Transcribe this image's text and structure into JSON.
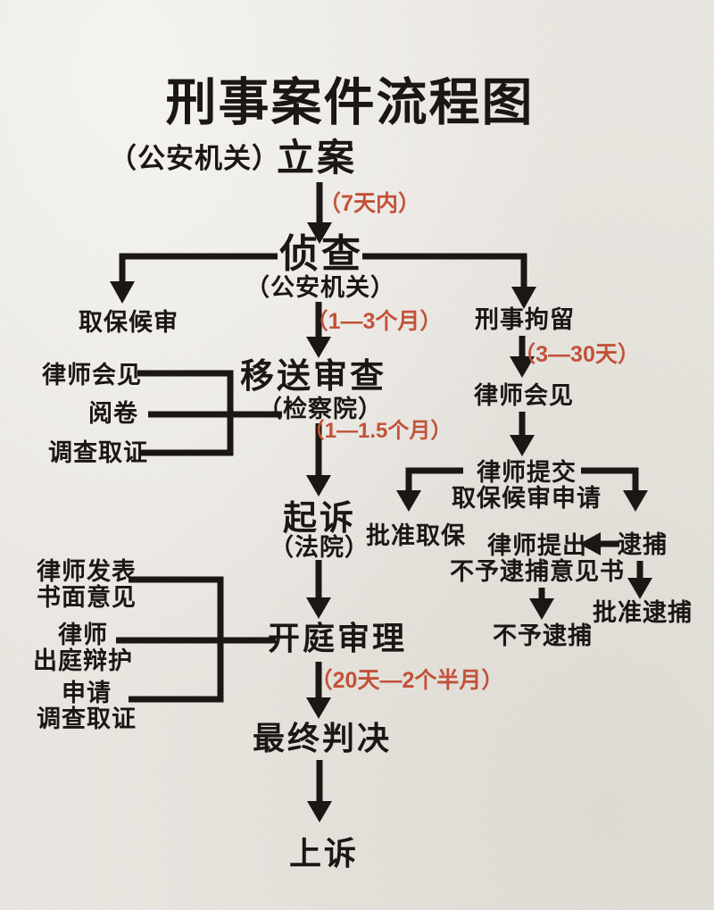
{
  "palette": {
    "background": "#eae7e1",
    "ink": "#1b1714",
    "accent": "#c25239"
  },
  "title": "刑事案件流程图",
  "flow": {
    "agency_prefix": "（公安机关）",
    "filing": "立案",
    "d_filing": "（7天内）",
    "investigation": "侦查",
    "investigation_org": "（公安机关）",
    "bail_pending": "取保候审",
    "d_investigation": "（1—3个月）",
    "detention": "刑事拘留",
    "d_detention": "（3—30天）",
    "lawyer_meet_left": "律师会见",
    "transfer_review": "移送审查",
    "procuratorate": "（检察院）",
    "file_review": "阅卷",
    "d_transfer": "（1—1.5个月）",
    "evidence_left": "调查取证",
    "lawyer_meet_right": "律师会见",
    "lawyer_submit_1": "律师提交",
    "lawyer_submit_2": "取保候审申请",
    "prosecution": "起诉",
    "court": "（法院）",
    "bail_approved": "批准取保",
    "lawyer_propose_1": "律师提出",
    "lawyer_propose_2": "不予逮捕意见书",
    "arrest": "逮捕",
    "arrest_approved": "批准逮捕",
    "no_arrest": "不予逮捕",
    "lawyer_opinion_1": "律师发表",
    "lawyer_opinion_2": "书面意见",
    "lawyer_defense_1": "律师",
    "lawyer_defense_2": "出庭辩护",
    "apply_evidence_1": "申请",
    "apply_evidence_2": "调查取证",
    "trial": "开庭审理",
    "d_trial": "（20天—2个半月）",
    "final_verdict": "最终判决",
    "appeal": "上诉"
  }
}
